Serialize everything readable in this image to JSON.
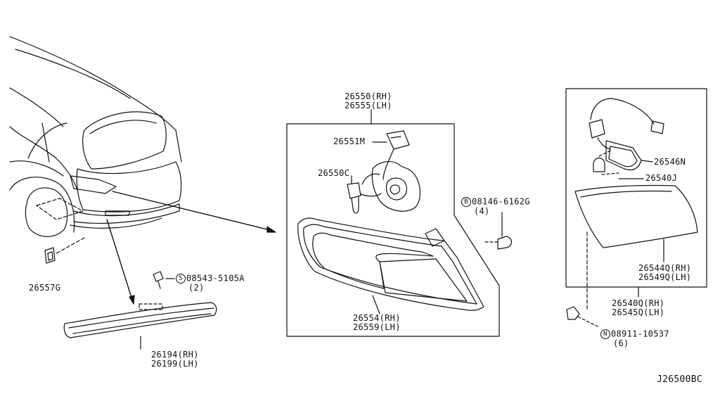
{
  "parts": {
    "p26550": {
      "rh": "26550(RH)",
      "lh": "26555(LH)"
    },
    "p26551m": "26551M",
    "p26550c": "26550C",
    "bolt_b": {
      "symbol": "B",
      "code": "08146-6162G",
      "qty": "(4)"
    },
    "p26554": {
      "rh": "26554(RH)",
      "lh": "26559(LH)"
    },
    "p26546n": "26546N",
    "p26540j": "26540J",
    "p26544q": {
      "rh": "26544Q(RH)",
      "lh": "26549Q(LH)"
    },
    "p26540q": {
      "rh": "26540Q(RH)",
      "lh": "26545Q(LH)"
    },
    "nut_n": {
      "symbol": "N",
      "code": "08911-10537",
      "qty": "(6)"
    },
    "screw_s": {
      "symbol": "S",
      "code": "08543-5105A",
      "qty": "(2)"
    },
    "p26557g": "26557G",
    "p26194": {
      "rh": "26194(RH)",
      "lh": "26199(LH)"
    }
  },
  "diagram_ref": "J26500BC"
}
